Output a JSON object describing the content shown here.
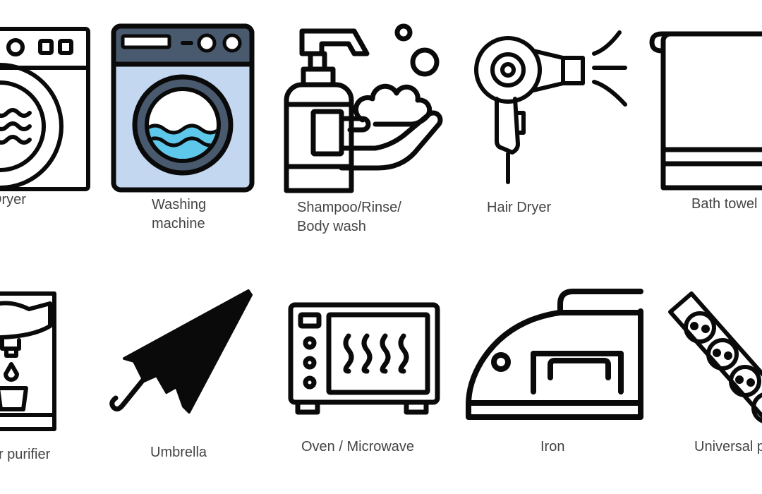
{
  "amenities": [
    {
      "icon": "dryer-icon",
      "label_line1": "Dryer",
      "label_line2": ""
    },
    {
      "icon": "washing-machine-icon",
      "label_line1": "Washing",
      "label_line2": "machine"
    },
    {
      "icon": "shampoo-icon",
      "label_line1": "Shampoo/Rinse/",
      "label_line2": "Body wash"
    },
    {
      "icon": "hair-dryer-icon",
      "label_line1": "Hair Dryer",
      "label_line2": ""
    },
    {
      "icon": "bath-towel-icon",
      "label_line1": "Bath towel",
      "label_line2": ""
    },
    {
      "icon": "water-purifier-icon",
      "label_line1": "Water purifier",
      "label_line2": ""
    },
    {
      "icon": "umbrella-icon",
      "label_line1": "Umbrella",
      "label_line2": ""
    },
    {
      "icon": "microwave-icon",
      "label_line1": "Oven / Microwave",
      "label_line2": ""
    },
    {
      "icon": "iron-icon",
      "label_line1": "Iron",
      "label_line2": ""
    },
    {
      "icon": "power-strip-icon",
      "label_line1": "Universal power strip",
      "label_line2": ""
    }
  ],
  "colors": {
    "stroke": "#0a0a0a",
    "washer_body": "#c3d8f0",
    "washer_panel": "#4a5a6e",
    "washer_water": "#5ec8ea",
    "label_text": "#444444"
  }
}
